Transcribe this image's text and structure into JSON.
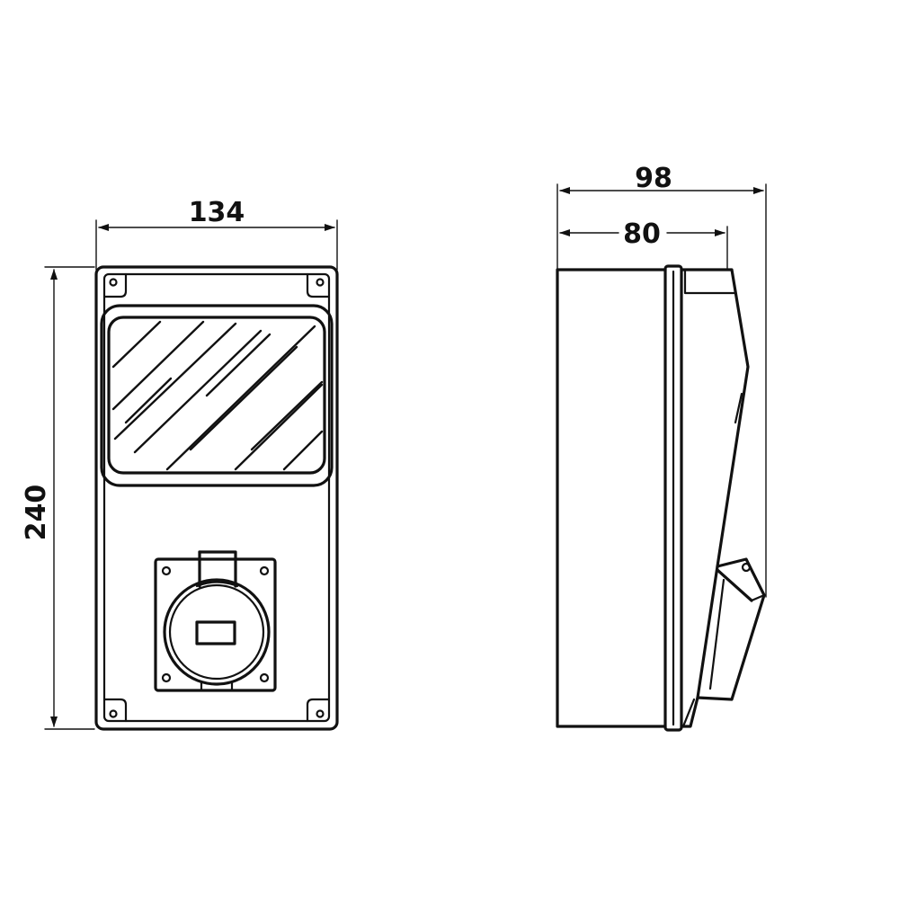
{
  "dimensions": {
    "front_width": "134",
    "front_height": "240",
    "side_total_depth": "98",
    "side_body_depth": "80"
  }
}
